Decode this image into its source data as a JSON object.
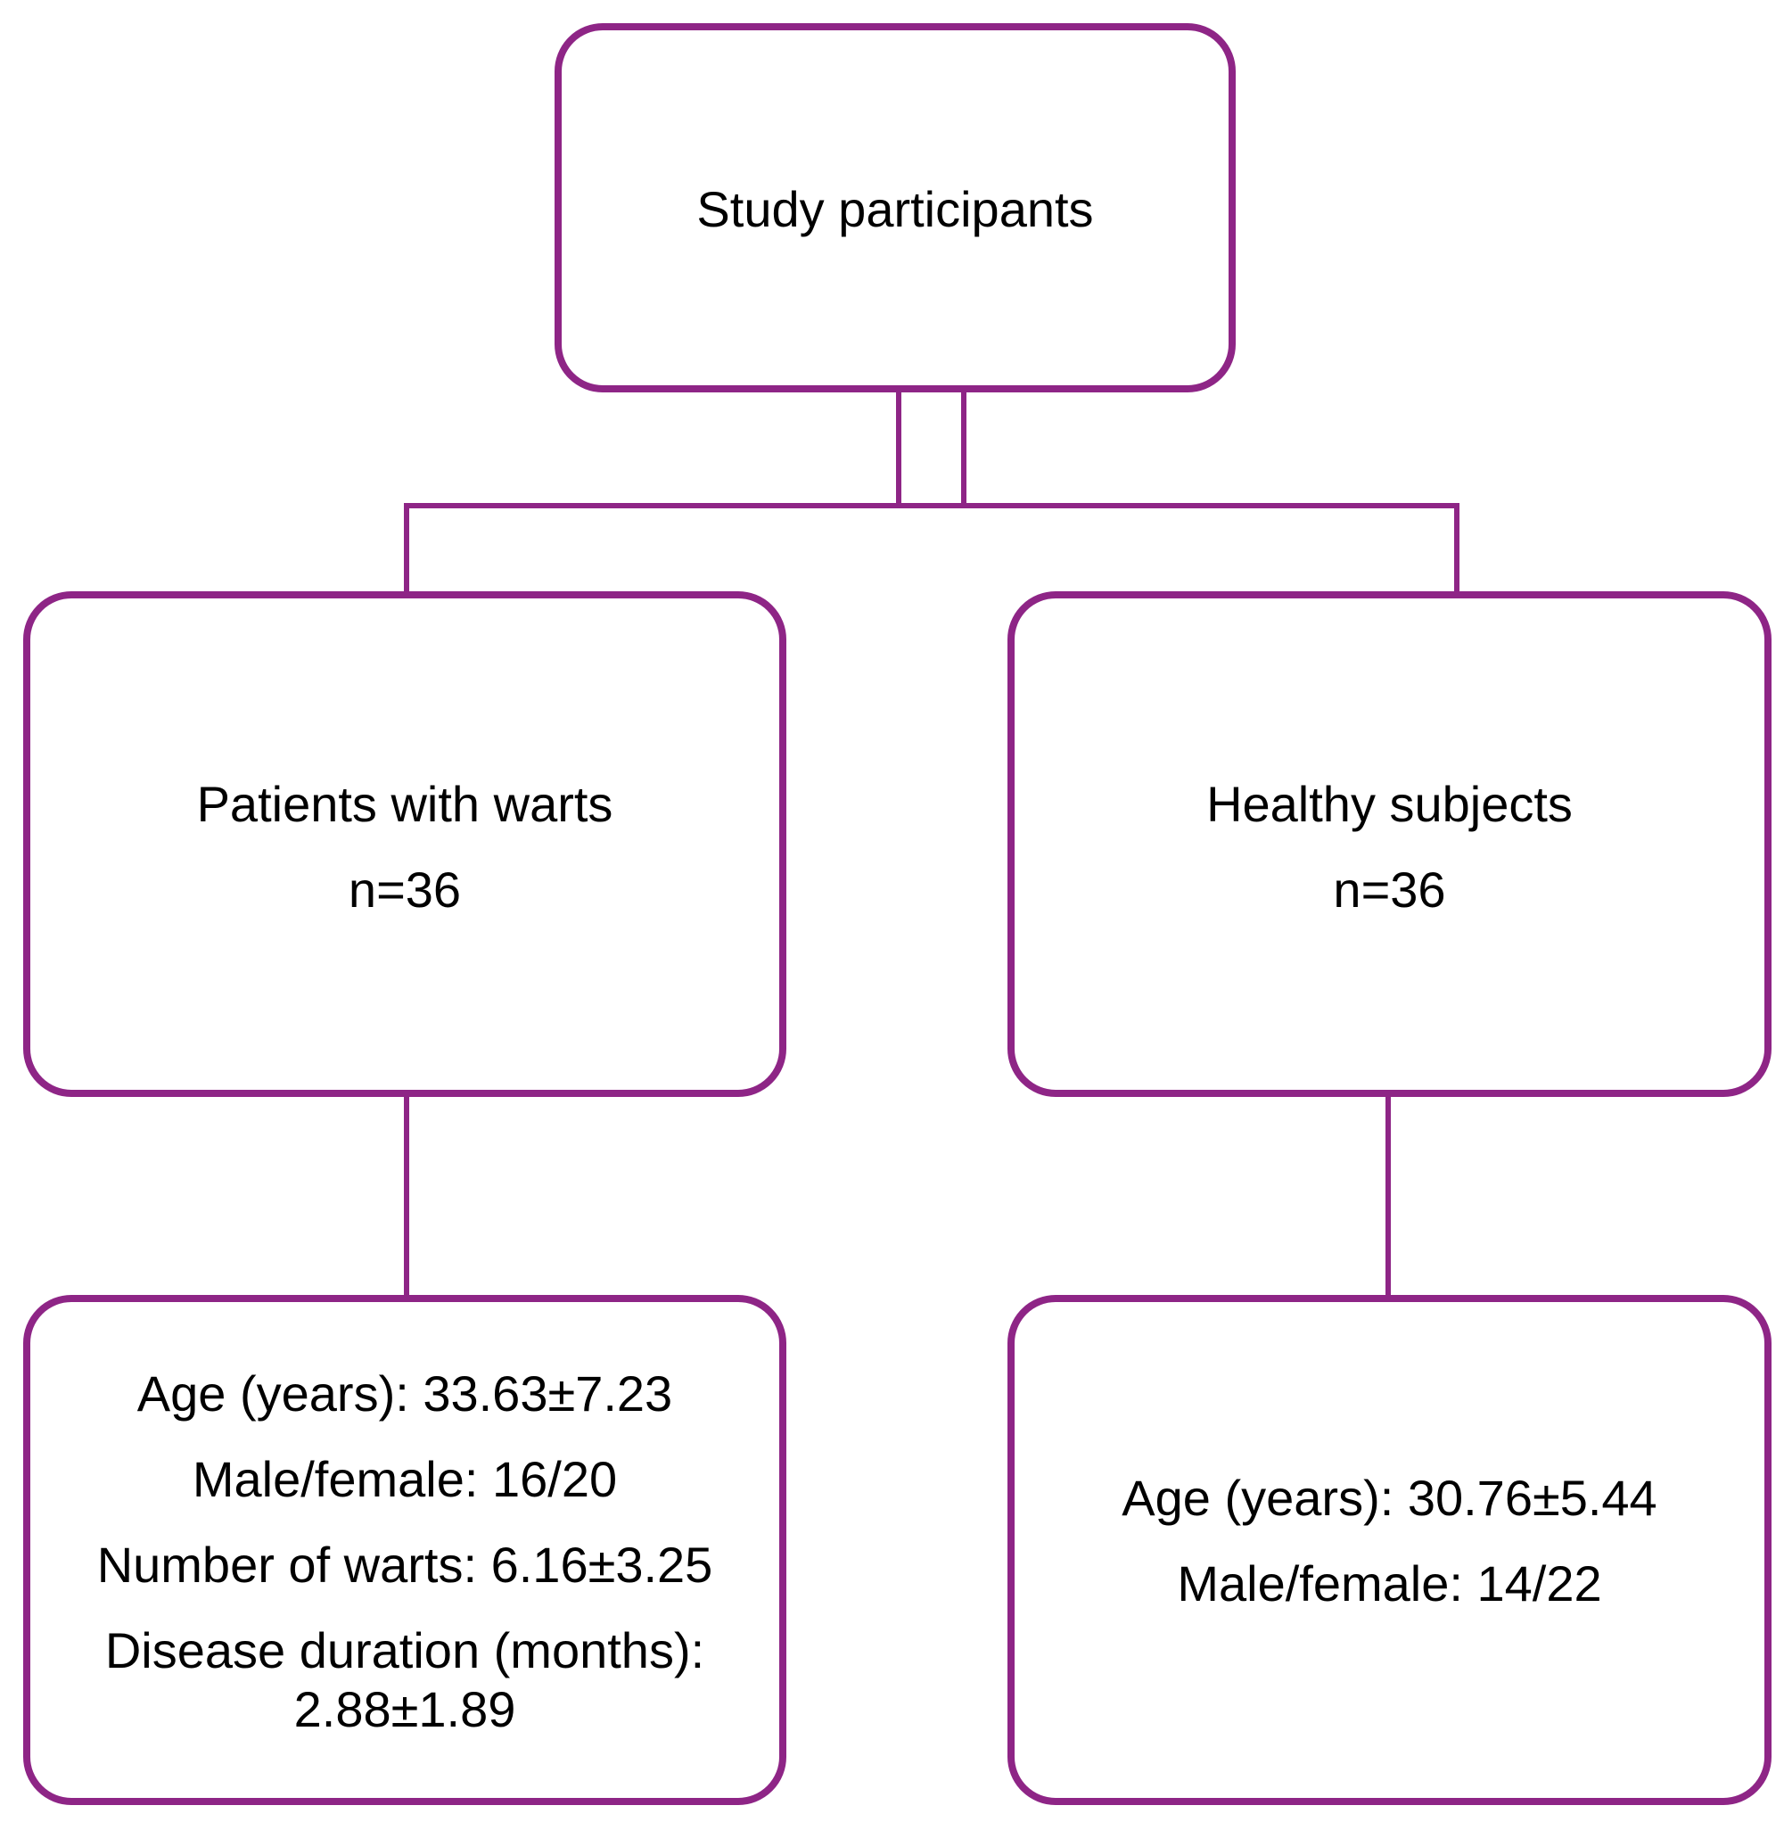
{
  "diagram": {
    "colors": {
      "border": "#8e2586",
      "text": "#000000",
      "background": "#ffffff"
    },
    "root": {
      "title": "Study participants"
    },
    "groups": [
      {
        "title": "Patients with warts",
        "count": "n=36",
        "stats": [
          "Age (years): 33.63±7.23",
          "Male/female: 16/20",
          "Number of warts: 6.16±3.25",
          "Disease duration (months): 2.88±1.89"
        ]
      },
      {
        "title": "Healthy subjects",
        "count": "n=36",
        "stats": [
          "Age (years): 30.76±5.44",
          "Male/female: 14/22"
        ]
      }
    ]
  }
}
